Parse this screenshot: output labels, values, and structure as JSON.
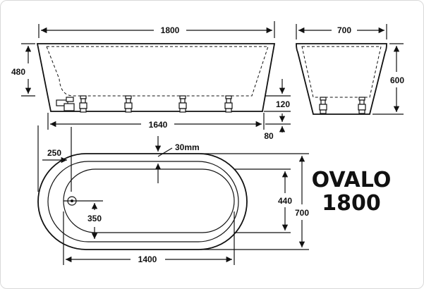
{
  "title": {
    "line1": "OVALO",
    "line2": "1800"
  },
  "dimensions": {
    "side_length": "1800",
    "side_height": "480",
    "side_inner_length": "1640",
    "side_foot_height": "120",
    "side_foot_offset": "80",
    "end_width": "700",
    "end_height": "600",
    "plan_offset": "250",
    "plan_rim": "30mm",
    "plan_inner_width": "440",
    "plan_outer_width": "700",
    "plan_drain_offset": "350",
    "plan_inner_length": "1400"
  },
  "colors": {
    "line": "#111111",
    "background": "#ffffff"
  }
}
